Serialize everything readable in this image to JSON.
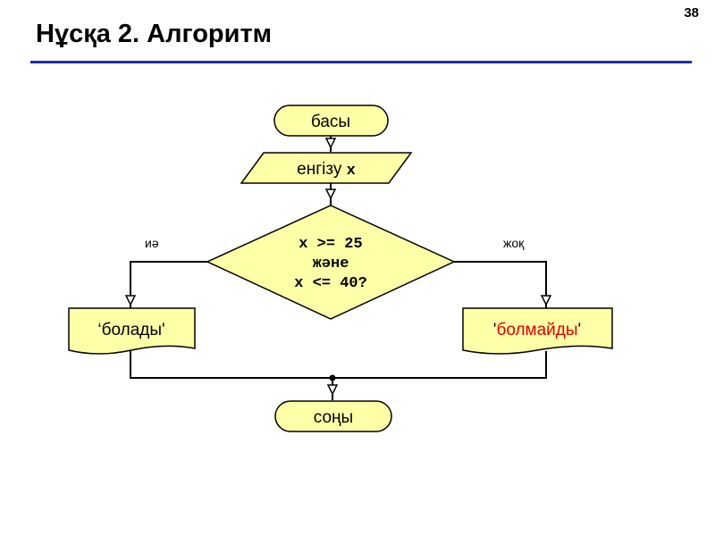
{
  "slide": {
    "title": "Нұсқа 2. Алгоритм",
    "number": "38"
  },
  "flow": {
    "start": "басы",
    "input_prefix": "енгізу ",
    "input_var": "x",
    "cond_line1": "x >= 25",
    "cond_line2": "және",
    "cond_line3": "x <= 40?",
    "yes_label": "иә",
    "no_label": "жоқ",
    "out_yes": "‘болады'",
    "out_no_quote_open": "'",
    "out_no_word": "болмайды",
    "out_no_quote_close": "'",
    "end": "соңы"
  },
  "colors": {
    "title_rule": "#1f2aa8",
    "shape_fill": "#ffffa8",
    "shape_stroke": "#000000",
    "no_text": "#e00000"
  }
}
